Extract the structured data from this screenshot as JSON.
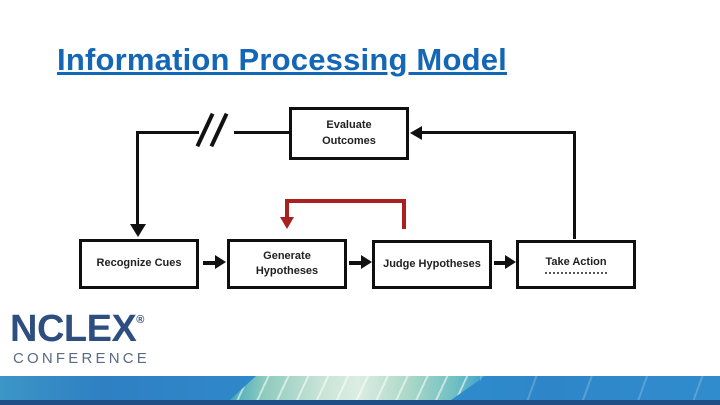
{
  "slide": {
    "title": "Information Processing Model",
    "title_color": "#1467B6"
  },
  "diagram": {
    "boxes": [
      {
        "id": "evaluate-outcomes",
        "label": "Evaluate\nOutcomes"
      },
      {
        "id": "recognize-cues",
        "label": "Recognize Cues"
      },
      {
        "id": "generate-hypotheses",
        "label": "Generate\nHypotheses"
      },
      {
        "id": "judge-hypotheses",
        "label": "Judge Hypotheses"
      },
      {
        "id": "take-action",
        "label": "Take Action"
      }
    ],
    "break_symbol": "//",
    "colors": {
      "line": "#111111",
      "feedback_arrow": "#A8201F",
      "box_border": "#0F0F0F"
    }
  },
  "footer": {
    "logo_primary": "NCLEX",
    "logo_registered": "®",
    "logo_secondary": "CONFERENCE",
    "bar_colors": {
      "blue": "#2F86C8",
      "mint": "#C6E3D6",
      "teal": "#3FA9BC",
      "navy_strip": "#1F4E87"
    }
  }
}
